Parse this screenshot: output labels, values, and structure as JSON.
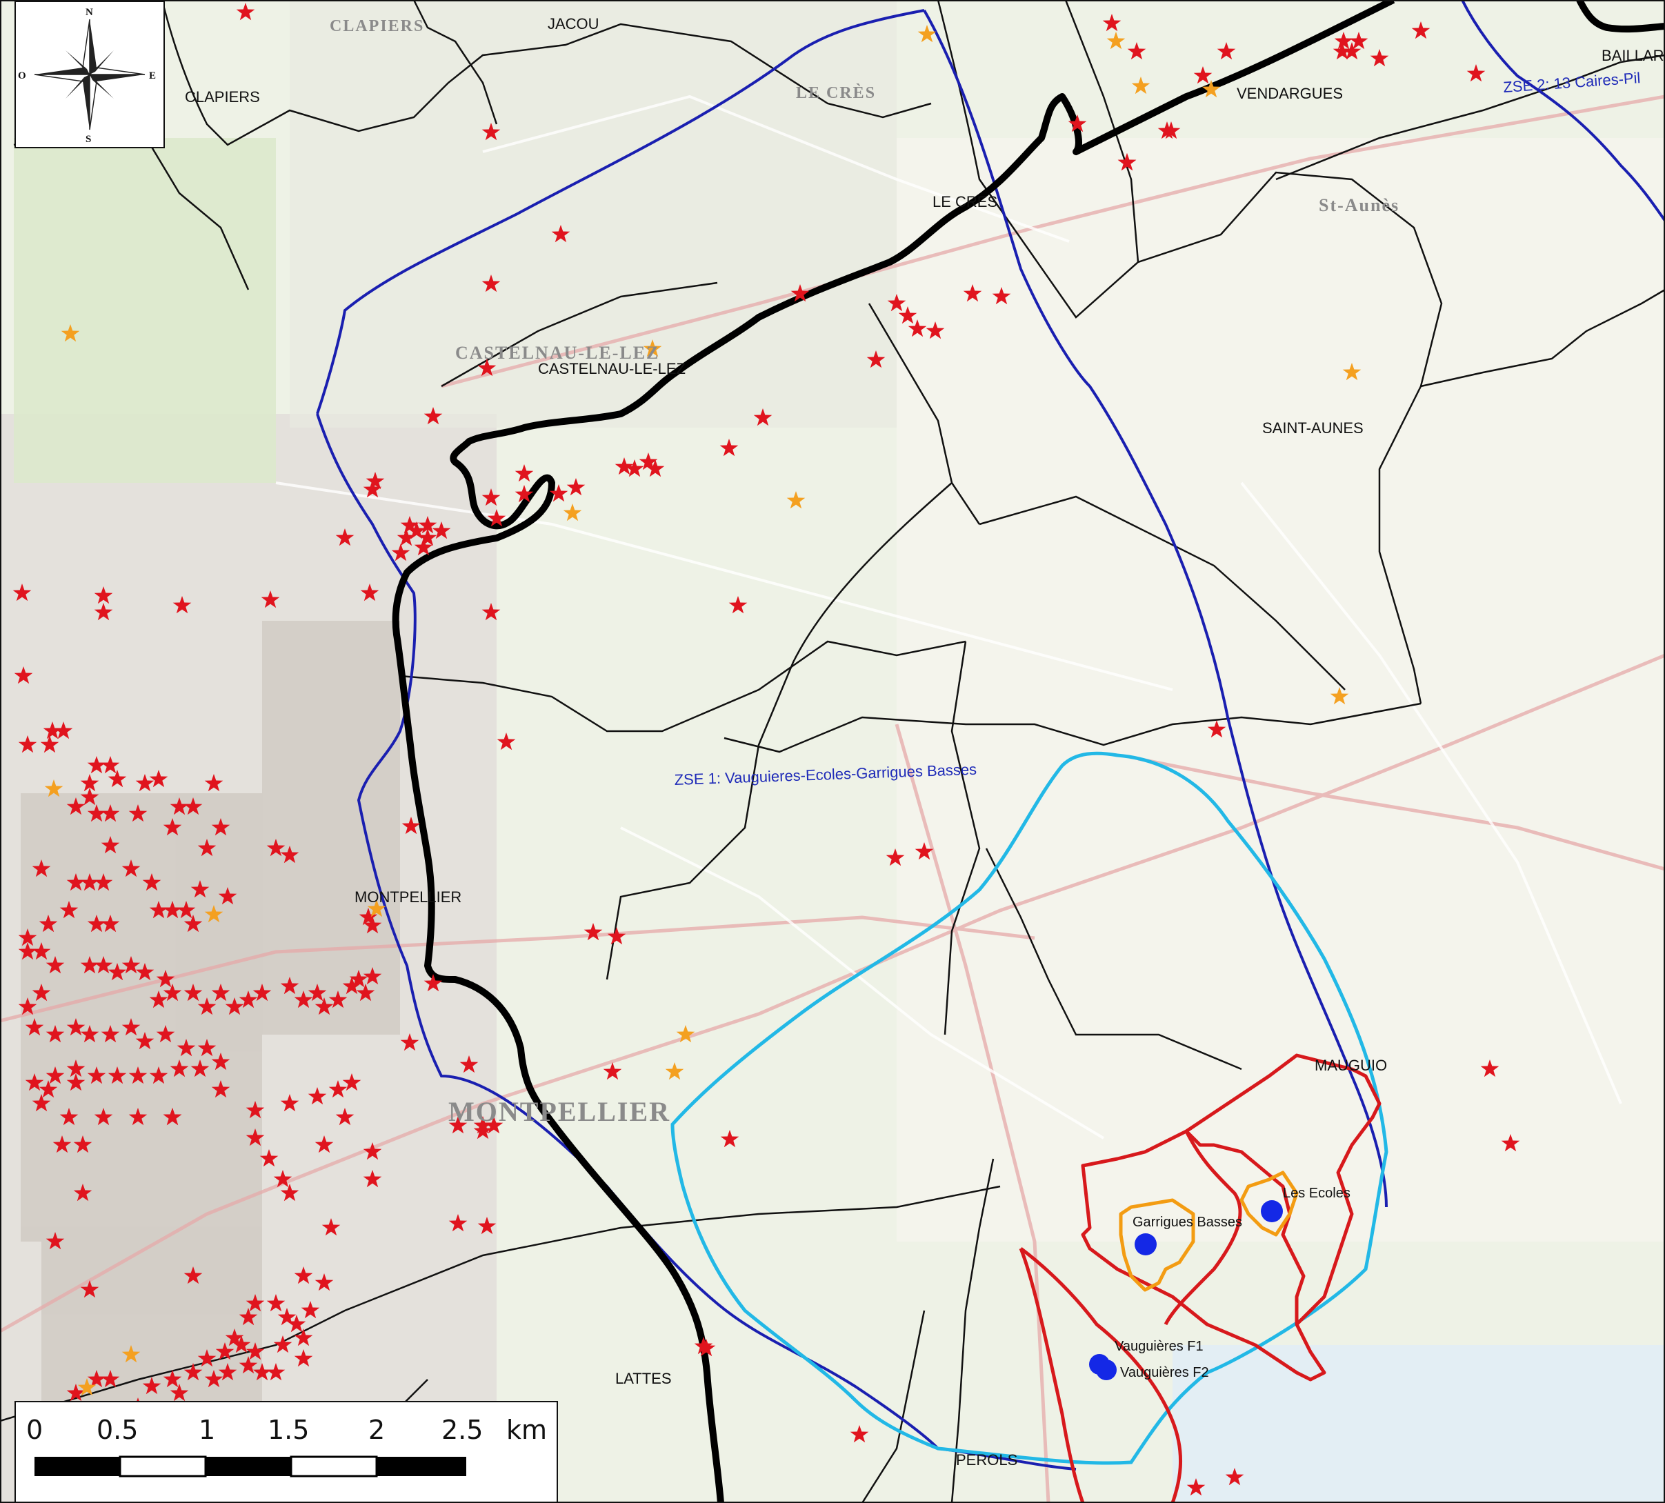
{
  "map": {
    "title": "",
    "compass": {
      "n": "N",
      "s": "S",
      "e": "E",
      "w": "O"
    },
    "communes": [
      {
        "id": "clapiers-top",
        "label": "CLAPIERS"
      },
      {
        "id": "jacou",
        "label": "JACOU"
      },
      {
        "id": "clapiers",
        "label": "CLAPIERS"
      },
      {
        "id": "lecres-top",
        "label": "LE CRÈS"
      },
      {
        "id": "lecres",
        "label": "LE CRES"
      },
      {
        "id": "vendargues",
        "label": "VENDARGUES"
      },
      {
        "id": "baillargues",
        "label": "BAILLARG"
      },
      {
        "id": "st-aunes-big",
        "label": "St-Aunès"
      },
      {
        "id": "castelnau-big",
        "label": "CASTELNAU-LE-LEZ"
      },
      {
        "id": "castelnau",
        "label": "CASTELNAU-LE-LEZ"
      },
      {
        "id": "saint-aunes",
        "label": "SAINT-AUNES"
      },
      {
        "id": "montpellier",
        "label": "MONTPELLIER"
      },
      {
        "id": "montpellier-big",
        "label": "MONTPELLIER"
      },
      {
        "id": "mauguio",
        "label": "MAUGUIO"
      },
      {
        "id": "lattes",
        "label": "LATTES"
      },
      {
        "id": "perols",
        "label": "PEROLS"
      }
    ],
    "zones": [
      {
        "id": "zse1",
        "label": "ZSE 1: Vauguieres-Ecoles-Garrigues Basses"
      },
      {
        "id": "zse2",
        "label": "ZSE 2: 13 Caires-Pil"
      }
    ],
    "wells": [
      {
        "id": "les-ecoles",
        "label": "Les Ecoles"
      },
      {
        "id": "garrigues-basses",
        "label": "Garrigues Basses"
      },
      {
        "id": "vauguieres-f1",
        "label": "Vauguières F1"
      },
      {
        "id": "vauguieres-f2",
        "label": "Vauguières F2"
      }
    ],
    "scale_bar": {
      "ticks": [
        "0",
        "0.5",
        "1",
        "1.5",
        "2",
        "2.5"
      ],
      "unit": "km"
    },
    "colors": {
      "zse_boundary": "#1a1fb0",
      "zse1_light": "#22b8e6",
      "red_perimeter": "#d7191c",
      "orange_perimeter": "#f39c12",
      "major_boundary": "#000000",
      "well_dot": "#1428e6",
      "red_star": "#e0141e",
      "orange_star": "#f4a020"
    }
  }
}
